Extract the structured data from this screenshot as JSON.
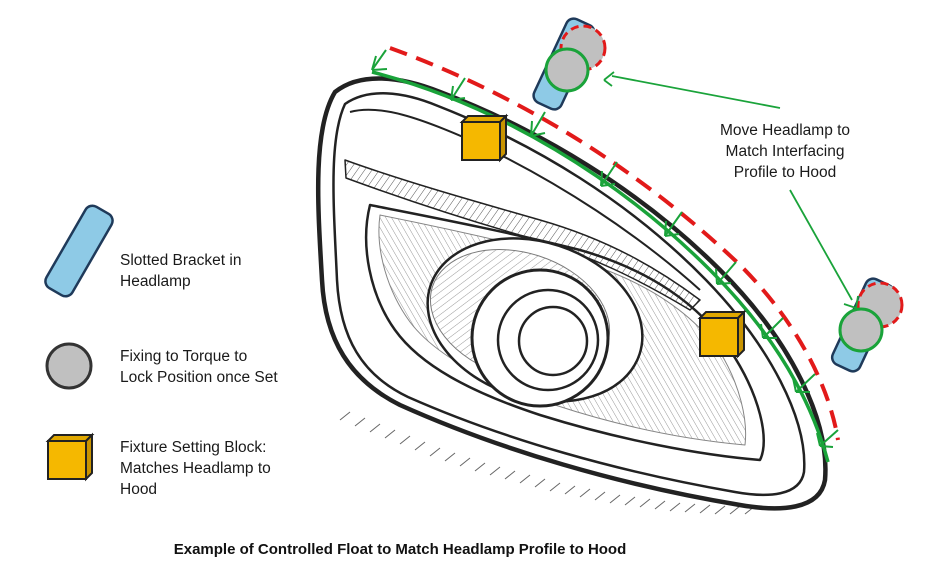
{
  "legend": [
    {
      "icon": "slotted-bracket-icon",
      "label": "Slotted Bracket in\nHeadlamp"
    },
    {
      "icon": "fixing-icon",
      "label": "Fixing to Torque to\nLock Position once Set"
    },
    {
      "icon": "setting-block-icon",
      "label": "Fixture Setting Block:\nMatches Headlamp to\nHood"
    }
  ],
  "callout": "Move Headlamp to\nMatch Interfacing\nProfile to Hood",
  "caption": "Example of Controlled Float to Match Headlamp Profile to Hood",
  "colors": {
    "bracket": "#8ecae6",
    "fixing": "#c0c0c0",
    "block": "#f5b800",
    "profile_green": "#1aa33a",
    "float_red": "#e21a1a",
    "outline": "#222222"
  }
}
